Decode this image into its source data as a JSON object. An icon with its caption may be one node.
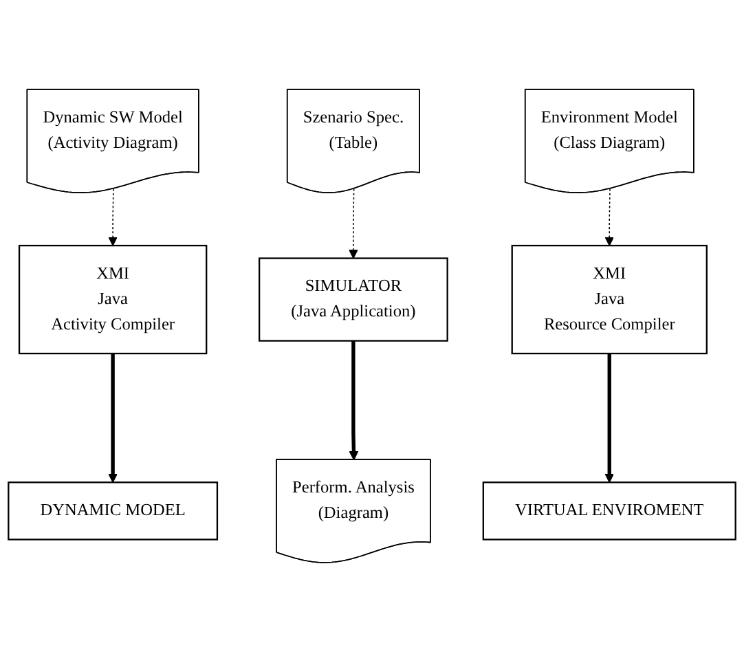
{
  "diagram": {
    "nodes": [
      {
        "text": [
          "Dynamic SW Model",
          "(Activity Diagram)"
        ]
      },
      {
        "text": [
          "XMI",
          "Java",
          "Activity Compiler"
        ]
      },
      {
        "text": [
          "Szenario Spec.",
          "(Table)"
        ]
      },
      {
        "text": [
          "Environment Model",
          "(Class Diagram)"
        ]
      },
      {
        "text": [
          "XMI",
          "Java",
          "Resource Compiler"
        ]
      },
      {
        "text": [
          "DYNAMIC MODEL"
        ]
      },
      {
        "text": [
          "SIMULATOR",
          "(Java Application)"
        ]
      },
      {
        "text": [
          "VIRTUAL ENVIROMENT"
        ]
      },
      {
        "text": [
          "Perform. Analysis",
          "(Diagram)"
        ]
      }
    ],
    "edges": [
      {
        "from": 0,
        "to": 1,
        "arrow": "to",
        "style": "dashed"
      },
      {
        "from": 1,
        "to": 5,
        "arrow": "to",
        "style": "thick"
      },
      {
        "from": 2,
        "to": 6,
        "arrow": "to",
        "style": "dashed"
      },
      {
        "from": 3,
        "to": 4,
        "arrow": "to",
        "style": "dashed"
      },
      {
        "from": 4,
        "to": 7,
        "arrow": "to",
        "style": "thick"
      },
      {
        "from": 6,
        "to": 8,
        "arrow": "to",
        "style": "thick"
      }
    ]
  }
}
